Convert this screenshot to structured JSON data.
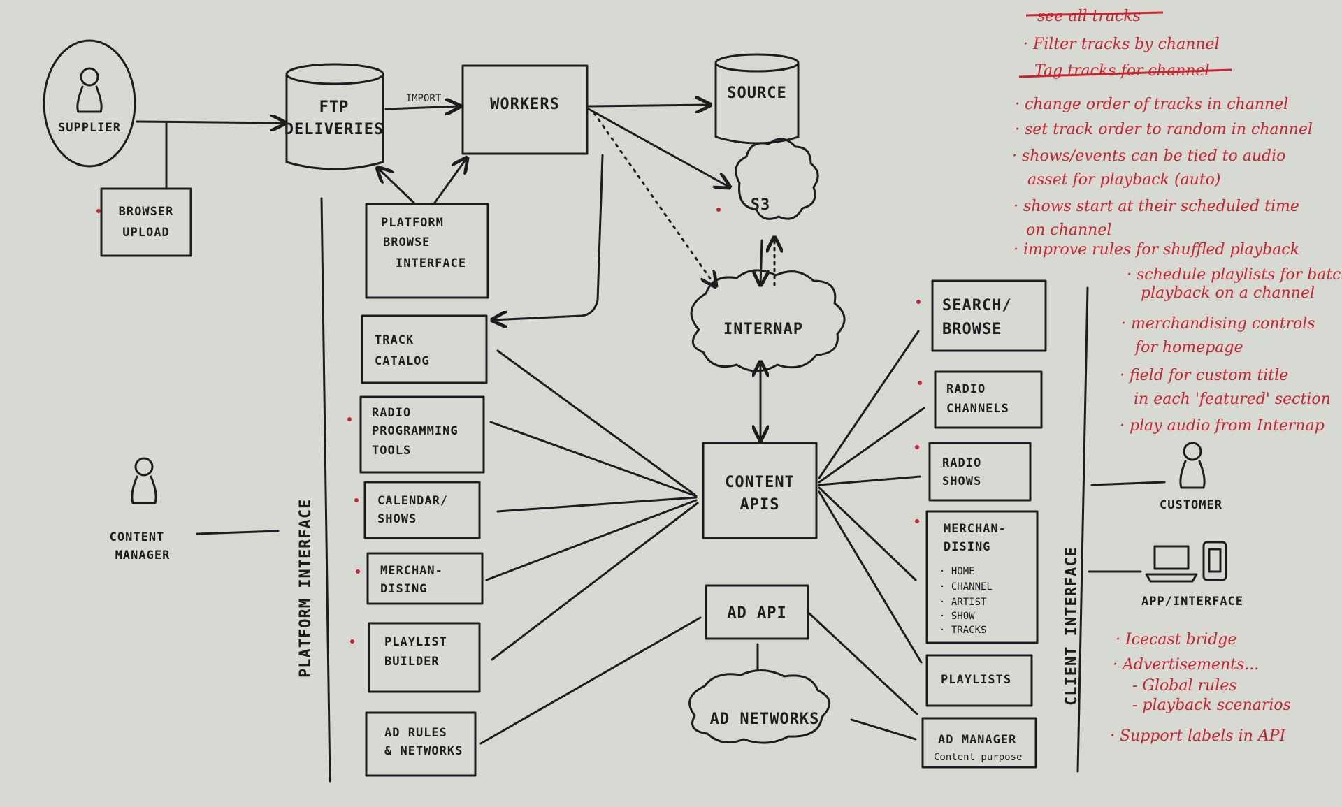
{
  "colors": {
    "board": "#d7d9d3",
    "ink": "#1d1d1d",
    "note": "#c8242d"
  },
  "actors": {
    "supplier": "SUPPLIER",
    "content_manager": [
      "CONTENT",
      "MANAGER"
    ],
    "customer": "CUSTOMER",
    "app_interface": "APP/INTERFACE"
  },
  "nodes": {
    "browser_upload": [
      "BROWSER",
      "UPLOAD"
    ],
    "ftp_deliveries": [
      "FTP",
      "DELIVERIES"
    ],
    "import_label": "IMPORT",
    "workers": "WORKERS",
    "source": "SOURCE",
    "s3": "S3",
    "platform_browse": [
      "PLATFORM",
      "BROWSE",
      "INTERFACE"
    ],
    "internap": "INTERNAP",
    "content_apis": [
      "CONTENT",
      "APIS"
    ],
    "ad_api": "AD API",
    "ad_networks": "AD NETWORKS"
  },
  "platform_interface": {
    "label": "PLATFORM INTERFACE",
    "boxes": [
      [
        "TRACK",
        "CATALOG"
      ],
      [
        "RADIO",
        "PROGRAMMING",
        "TOOLS"
      ],
      [
        "CALENDAR/",
        "SHOWS"
      ],
      [
        "MERCHAN-",
        "DISING"
      ],
      [
        "PLAYLIST",
        "BUILDER"
      ],
      [
        "AD RULES",
        "& NETWORKS"
      ]
    ]
  },
  "client_interface": {
    "label": "CLIENT INTERFACE",
    "boxes": {
      "search": [
        "SEARCH/",
        "BROWSE"
      ],
      "radio_channels": [
        "RADIO",
        "CHANNELS"
      ],
      "radio_shows": [
        "RADIO",
        "SHOWS"
      ],
      "merch_title": [
        "MERCHAN-",
        "DISING"
      ],
      "merch_items": [
        "· HOME",
        "· CHANNEL",
        "· ARTIST",
        "· SHOW",
        "· TRACKS"
      ],
      "playlists": "PLAYLISTS",
      "ad_manager": "AD MANAGER",
      "ad_manager_sub": "Content purpose"
    }
  },
  "notes": {
    "struck": [
      "see all tracks",
      "Tag tracks for channel"
    ],
    "list": [
      "· Filter tracks by channel",
      "· change order of tracks in channel",
      "· set track order to random in channel",
      "· shows/events can be tied to audio",
      "asset for playback (auto)",
      "· shows start at their scheduled time",
      "on channel",
      "· improve rules for shuffled playback",
      "· schedule playlists for batch",
      "playback on a channel",
      "· merchandising controls",
      "for homepage",
      "· field for custom title",
      "in each 'featured' section",
      "· play audio from Internap"
    ],
    "bottom": [
      "· Icecast bridge",
      "· Advertisements...",
      "- Global rules",
      "- playback scenarios",
      "· Support labels in API"
    ]
  }
}
